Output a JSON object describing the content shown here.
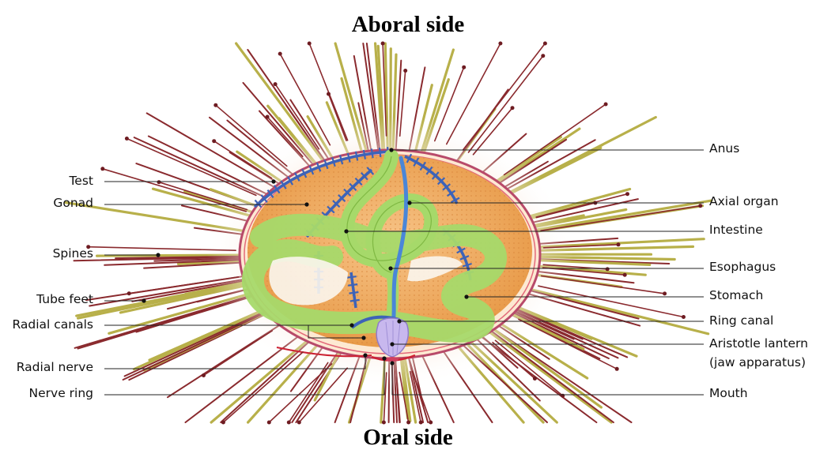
{
  "titles": {
    "aboral": "Aboral side",
    "oral": "Oral side"
  },
  "labels": {
    "test": "Test",
    "gonad": "Gonad",
    "spines": "Spines",
    "tube_feet": "Tube feet",
    "radial_canals": "Radial canals",
    "radial_nerve": "Radial nerve",
    "nerve_ring": "Nerve ring",
    "anus": "Anus",
    "axial_organ": "Axial organ",
    "intestine": "Intestine",
    "esophagus": "Esophagus",
    "stomach": "Stomach",
    "ring_canal": "Ring canal",
    "aristotle_lantern_line1": "Aristotle lantern",
    "aristotle_lantern_line2": "(jaw apparatus)",
    "mouth": "Mouth"
  },
  "colors": {
    "spine_yellow": "#b8b04a",
    "spine_red": "#8a2a2e",
    "gonad_orange": "#f0a95a",
    "gut_green": "#a6d96a",
    "canal_blue": "#3d63b8",
    "nerve_red": "#cc2233",
    "lantern_violet": "#c8b8ee"
  }
}
